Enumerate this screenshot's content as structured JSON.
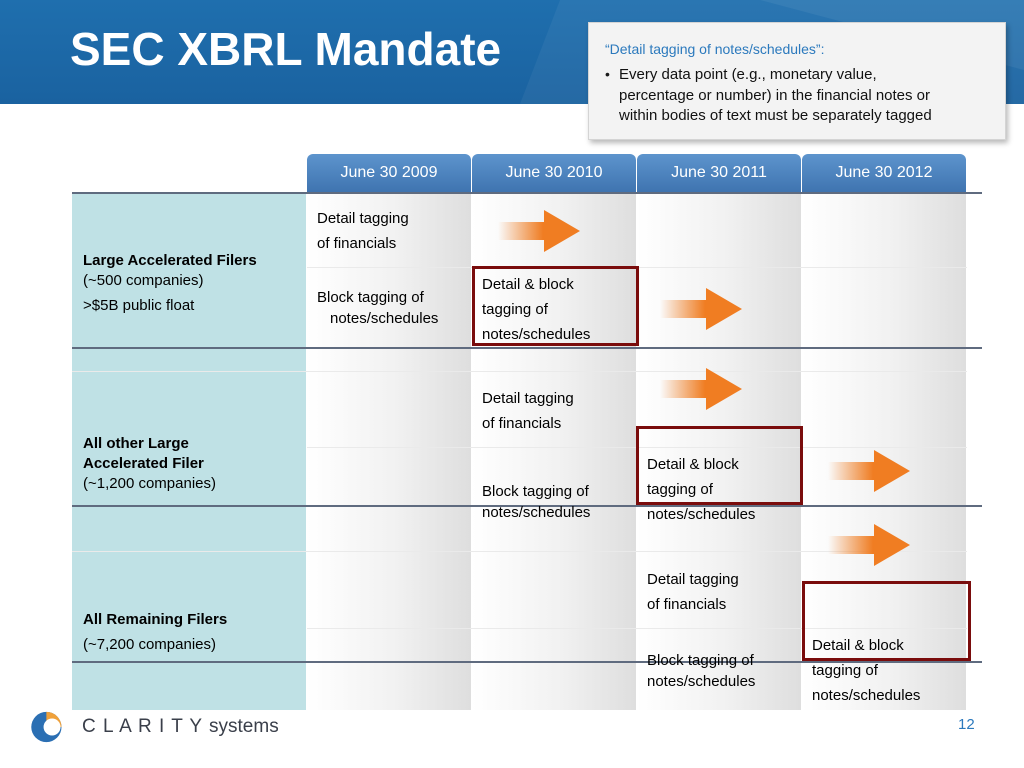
{
  "slide": {
    "title": "SEC XBRL Mandate",
    "page_number": "12"
  },
  "callout": {
    "heading": "“Detail tagging of notes/schedules”:",
    "bullet": "•",
    "line1": "Every data point (e.g., monetary value,",
    "line2": "percentage or number) in the financial notes or",
    "line3": "within bodies of text must be separately tagged"
  },
  "columns": [
    "June 30 2009",
    "June 30 2010",
    "June 30 2011",
    "June 30 2012"
  ],
  "rows": {
    "large": {
      "name": "Large Accelerated Filers",
      "companies": "(~500 companies)",
      "float": ">$5B public float",
      "detail_fin_1": "Detail tagging",
      "detail_fin_2": "of financials",
      "block_1": "Block tagging of",
      "block_2": "notes/schedules",
      "detail_block_1": "Detail & block",
      "detail_block_2": "tagging of",
      "detail_block_3": "notes/schedules"
    },
    "other": {
      "name_1": "All other Large",
      "name_2": "Accelerated Filer",
      "companies": "(~1,200 companies)",
      "detail_fin_1": "Detail tagging",
      "detail_fin_2": "of financials",
      "block_1": "Block tagging of",
      "block_2": "notes/schedules",
      "detail_block_1": "Detail & block",
      "detail_block_2": "tagging of",
      "detail_block_3": "notes/schedules"
    },
    "remaining": {
      "name": "All Remaining Filers",
      "companies": "(~7,200 companies)",
      "detail_fin_1": "Detail tagging",
      "detail_fin_2": "of financials",
      "block_1": "Block tagging of",
      "block_2": "notes/schedules",
      "detail_block_1": "Detail & block",
      "detail_block_2": "tagging of",
      "detail_block_3": "notes/schedules"
    }
  },
  "logo": {
    "text": "CLARITYsystems",
    "brand_colors": {
      "orange": "#f0a13a",
      "blue": "#2b6fb3"
    }
  },
  "colors": {
    "header": "#1f6fae",
    "column_header": "#4a80bd",
    "row_label_bg": "#bfe1e5",
    "highlight_border": "#7a0c0c",
    "arrow": "#f07d22",
    "accent_text": "#2b79bd"
  }
}
